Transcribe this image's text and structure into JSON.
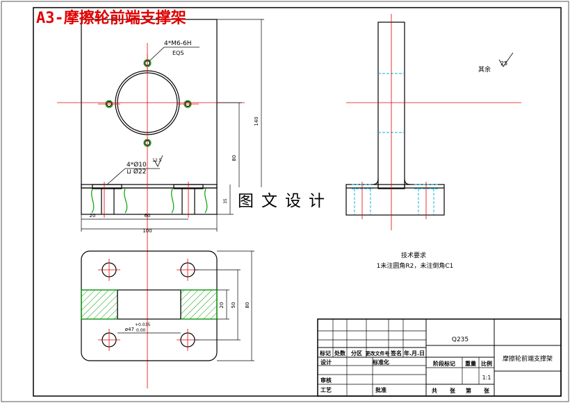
{
  "title": "A3-摩擦轮前端支撑架",
  "watermark": "图文设计",
  "annotations": {
    "thread_spec": "4*M6-6H",
    "thread_eqs": "EQS",
    "hole_spec": "4*Ø10",
    "counterbore": "⊔ Ø22",
    "roughness_local": "12.5",
    "roughness_rest_label": "其余",
    "roughness_rest_value": "25",
    "shaft_tolerance_upper": "+0.035",
    "shaft_tolerance_lower": "0.00"
  },
  "dimensions": {
    "height_total": "140",
    "height_center": "80",
    "width_20": "20",
    "width_60": "60",
    "width_100": "100",
    "plan_20": "20",
    "plan_50": "50",
    "plan_80": "80",
    "bore": "ø47",
    "side_small": "35"
  },
  "tech_requirements": {
    "heading": "技术要求",
    "line1": "1未注圆角R2，未注倒角C1"
  },
  "title_block": {
    "material": "Q235",
    "part_name": "摩擦轮前端支撑架",
    "h_mark": "标记",
    "h_count": "处数",
    "h_zone": "分区",
    "h_docno": "更改文件号",
    "h_sign": "签名",
    "h_date": "年.月.日",
    "design": "设计",
    "standardize": "标准化",
    "stage_mark": "阶段标记",
    "weight": "重量",
    "scale_label": "比例",
    "scale_value": "1:1",
    "review": "审核",
    "process": "工艺",
    "approve": "批准",
    "total_label": "共",
    "sheet_unit1": "张",
    "sheet_label": "第",
    "sheet_unit2": "张"
  }
}
